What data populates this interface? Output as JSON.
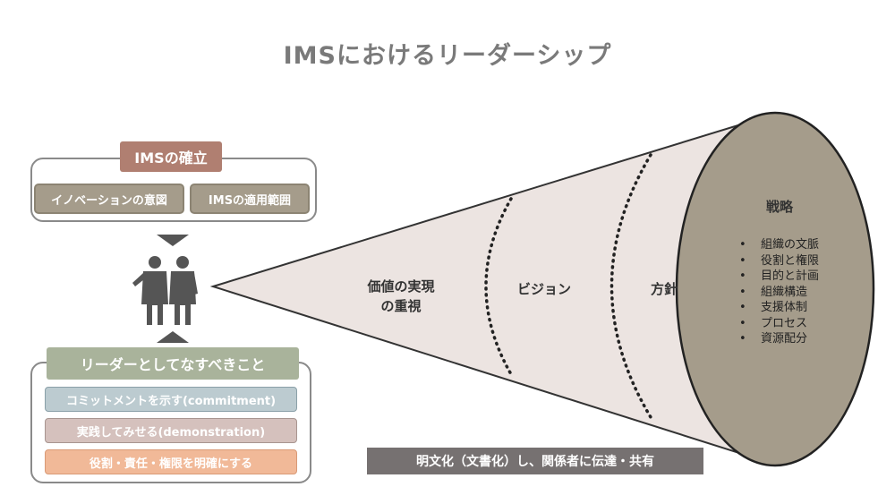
{
  "title": "IMSにおけるリーダーシップ",
  "ims": {
    "heading": "IMSの確立",
    "items": [
      "イノベーションの意図",
      "IMSの適用範囲"
    ]
  },
  "leadership": {
    "heading": "リーダーとしてなすべきこと",
    "items": [
      "コミットメントを示す(commitment)",
      "実践してみせる(demonstration)",
      "役割・責任・権限を明確にする"
    ]
  },
  "cone": {
    "stage1_line1": "価値の実現",
    "stage1_line2": "の重視",
    "stage2": "ビジョン",
    "stage3": "方針"
  },
  "strategy": {
    "title": "戦略",
    "items": [
      "組織の文脈",
      "役割と権限",
      "目的と計画",
      "組織構造",
      "支援体制",
      "プロセス",
      "資源配分"
    ]
  },
  "caption": "明文化（文書化）し、関係者に伝達・共有",
  "colors": {
    "cone_fill": "#ece4e1",
    "ellipse_fill": "#a59c8b",
    "ims_head": "#b07f71",
    "lead_head": "#a9b39b"
  },
  "icons": {
    "people": "two-business-people-icon",
    "arrow_down": "triangle-down-icon",
    "arrow_up": "triangle-up-icon"
  }
}
